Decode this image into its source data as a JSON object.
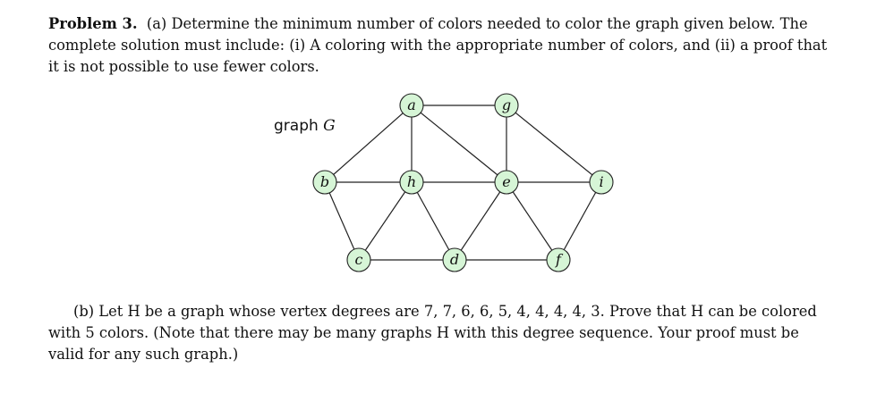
{
  "problem": {
    "label": "Problem 3.",
    "part_a": "(a) Determine the minimum number of colors needed to color the graph given below. The complete solution must include: (i) A coloring with the appropriate number of colors, and (ii) a proof that it is not possible to use fewer colors.",
    "part_b": "(b) Let H be a graph whose vertex degrees are 7, 7, 6, 6, 5, 4, 4, 4, 4, 3. Prove that H can be colored with 5 colors. (Note that there may be many graphs H with this degree sequence. Your proof must be valid for any such graph.)"
  },
  "graph": {
    "label_word": "graph",
    "label_name": "G",
    "vertices": [
      "a",
      "g",
      "b",
      "h",
      "e",
      "i",
      "c",
      "d",
      "f"
    ],
    "edges": [
      [
        "a",
        "g"
      ],
      [
        "a",
        "b"
      ],
      [
        "a",
        "h"
      ],
      [
        "a",
        "e"
      ],
      [
        "g",
        "e"
      ],
      [
        "g",
        "i"
      ],
      [
        "b",
        "h"
      ],
      [
        "h",
        "e"
      ],
      [
        "e",
        "i"
      ],
      [
        "b",
        "c"
      ],
      [
        "c",
        "h"
      ],
      [
        "h",
        "d"
      ],
      [
        "d",
        "e"
      ],
      [
        "e",
        "f"
      ],
      [
        "f",
        "i"
      ],
      [
        "c",
        "d"
      ],
      [
        "d",
        "f"
      ]
    ],
    "vertex_fill": "#d6f5d6"
  }
}
